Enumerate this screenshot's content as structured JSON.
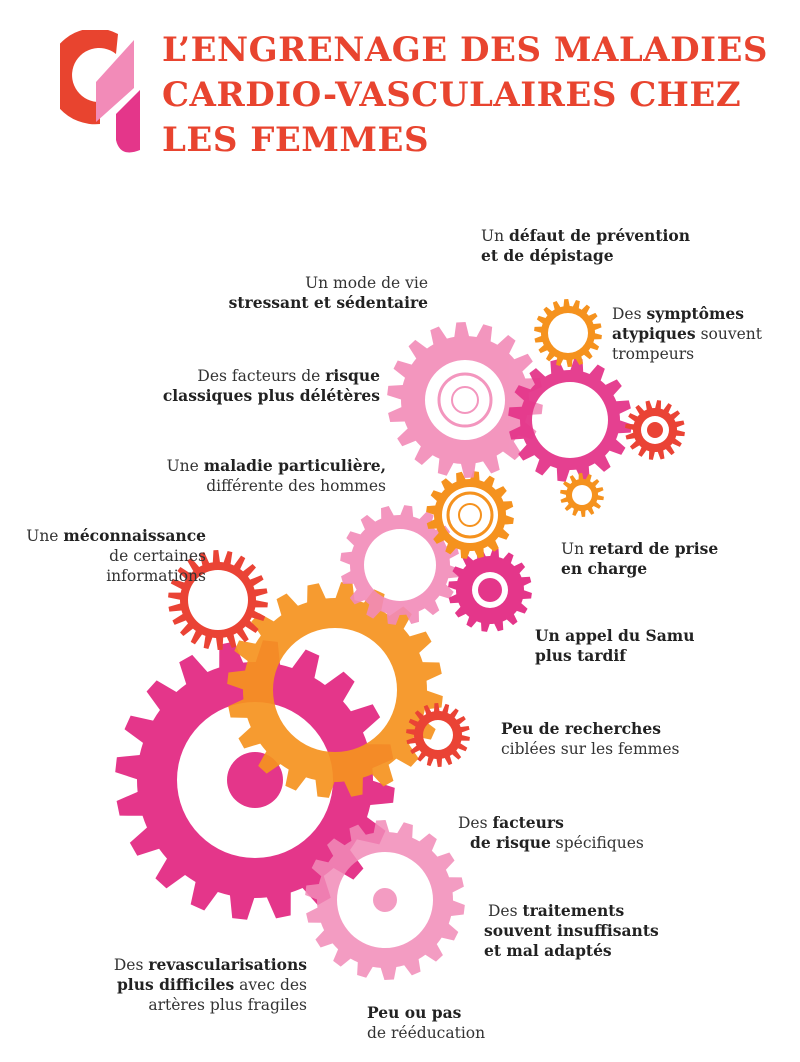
{
  "title": {
    "lines": [
      "L’ENGRENAGE DES MALADIES",
      "CARDIO-VASCULAIRES CHEZ",
      "LES FEMMES"
    ]
  },
  "colors": {
    "title_red": "#e8442f",
    "orange": "#f5921e",
    "pink": "#f28bb8",
    "magenta": "#e4368a",
    "red": "#ea4335"
  },
  "labels": {
    "prevention": {
      "l1a": "Un ",
      "l1b": "défaut de prévention",
      "l2b": "et de dépistage"
    },
    "mode_de_vie": {
      "l1a": "Un mode de vie",
      "l2b": "stressant et sédentaire"
    },
    "symptomes": {
      "l1a": "Des ",
      "l1b": "symptômes",
      "l2b": "atypiques",
      "l2c": " souvent",
      "l3a": "trompeurs"
    },
    "facteurs_classiques": {
      "l1a": "Des facteurs de ",
      "l1b": "risque",
      "l2b": "classiques plus délétères"
    },
    "maladie_particuliere": {
      "l1a": "Une ",
      "l1b": "maladie particulière,",
      "l2a": "différente des hommes"
    },
    "meconnaissance": {
      "l1a": "Une ",
      "l1b": "méconnaissance",
      "l2a": "de certaines",
      "l3a": "informations"
    },
    "retard": {
      "l1a": "Un ",
      "l1b": "retard de prise",
      "l2b": "en charge"
    },
    "samu": {
      "l1b": "Un appel du Samu",
      "l2b": "plus tardif"
    },
    "recherches": {
      "l1b": "Peu de recherches",
      "l2a": "ciblées sur les femmes"
    },
    "facteurs_specifiques": {
      "l1a": "Des ",
      "l1b": "facteurs",
      "l2b": "de risque",
      "l2c": " spécifiques"
    },
    "traitements": {
      "l1a": "Des ",
      "l1b": "traitements",
      "l2b": "souvent insuffisants",
      "l3b": "et mal adaptés"
    },
    "revascularisations": {
      "l1a": "Des ",
      "l1b": "revascularisations",
      "l2b": "plus difficiles",
      "l2c": " avec des",
      "l3a": "artères plus fragiles"
    },
    "reeducation": {
      "l1b": "Peu ou pas",
      "l2a": "de rééducation"
    }
  },
  "gears": [
    {
      "name": "gear-large-magenta",
      "color": "magenta",
      "opacity": 1.0
    },
    {
      "name": "gear-small-pink-bottom",
      "color": "pink",
      "opacity": 0.85
    },
    {
      "name": "gear-orange-main",
      "color": "orange",
      "opacity": 0.92
    },
    {
      "name": "gear-red-left",
      "color": "red",
      "opacity": 1.0
    },
    {
      "name": "gear-pink-middle",
      "color": "pink",
      "opacity": 0.9
    },
    {
      "name": "gear-magenta-small",
      "color": "magenta",
      "opacity": 1.0
    },
    {
      "name": "gear-orange-middle",
      "color": "orange",
      "opacity": 1.0
    },
    {
      "name": "gear-red-recherches",
      "color": "red",
      "opacity": 1.0
    },
    {
      "name": "gear-pink-top",
      "color": "pink",
      "opacity": 0.9
    },
    {
      "name": "gear-magenta-top",
      "color": "magenta",
      "opacity": 0.95
    },
    {
      "name": "gear-red-top-right",
      "color": "red",
      "opacity": 1.0
    },
    {
      "name": "gear-orange-top",
      "color": "orange",
      "opacity": 1.0
    },
    {
      "name": "gear-orange-tiny",
      "color": "orange",
      "opacity": 1.0
    }
  ]
}
